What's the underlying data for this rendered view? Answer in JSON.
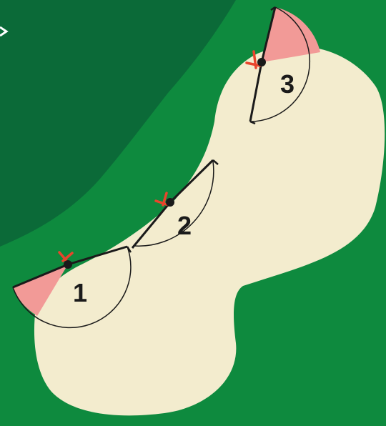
{
  "colors": {
    "fairway": "#0e8a3e",
    "rough": "#0b6a38",
    "sand": "#f3ecce",
    "arc_line": "#1a1a1a",
    "blocked_sector": "#f29a97",
    "marker": "#e8452c",
    "position_dot": "#1a1a1a"
  },
  "positions": [
    {
      "label": "1",
      "has_blocked_sector": true,
      "marker": "red-x"
    },
    {
      "label": "2",
      "has_blocked_sector": false,
      "marker": "red-x"
    },
    {
      "label": "3",
      "has_blocked_sector": true,
      "marker": "red-x"
    }
  ]
}
